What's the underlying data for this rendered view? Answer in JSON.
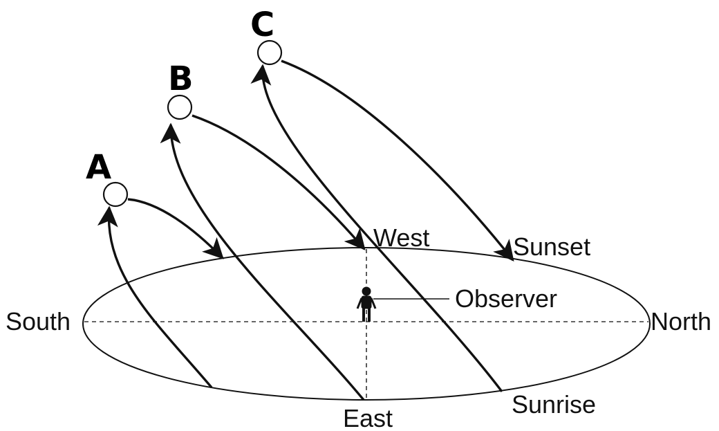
{
  "labels": {
    "south": "South",
    "north": "North",
    "east": "East",
    "west": "West",
    "sunrise": "Sunrise",
    "sunset": "Sunset",
    "observer": "Observer"
  },
  "paths": [
    {
      "letter": "A"
    },
    {
      "letter": "B"
    },
    {
      "letter": "C"
    }
  ]
}
